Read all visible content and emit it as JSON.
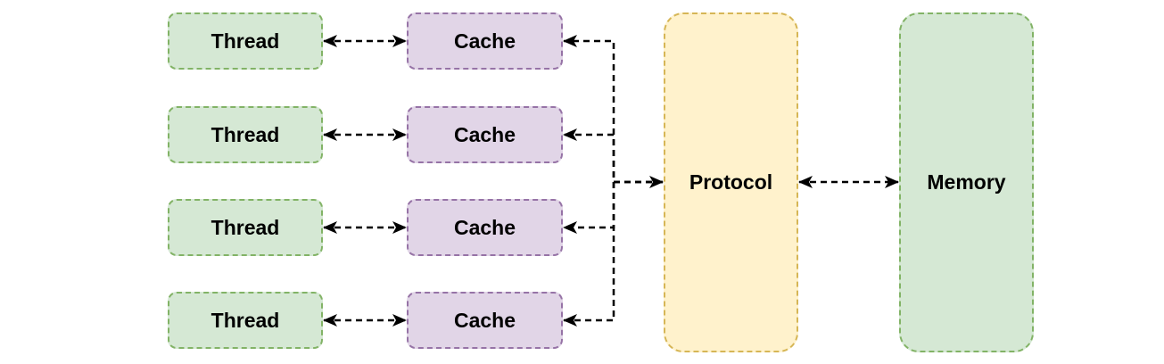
{
  "diagram": {
    "threads": [
      "Thread",
      "Thread",
      "Thread",
      "Thread"
    ],
    "caches": [
      "Cache",
      "Cache",
      "Cache",
      "Cache"
    ],
    "protocol_label": "Protocol",
    "memory_label": "Memory"
  },
  "colors": {
    "thread_fill": "#d5e8d4",
    "thread_border": "#82b366",
    "cache_fill": "#e1d5e7",
    "cache_border": "#9673a6",
    "protocol_fill": "#fff2cc",
    "protocol_border": "#d6b656",
    "memory_fill": "#d5e8d4",
    "memory_border": "#82b366",
    "connector": "#000000"
  }
}
